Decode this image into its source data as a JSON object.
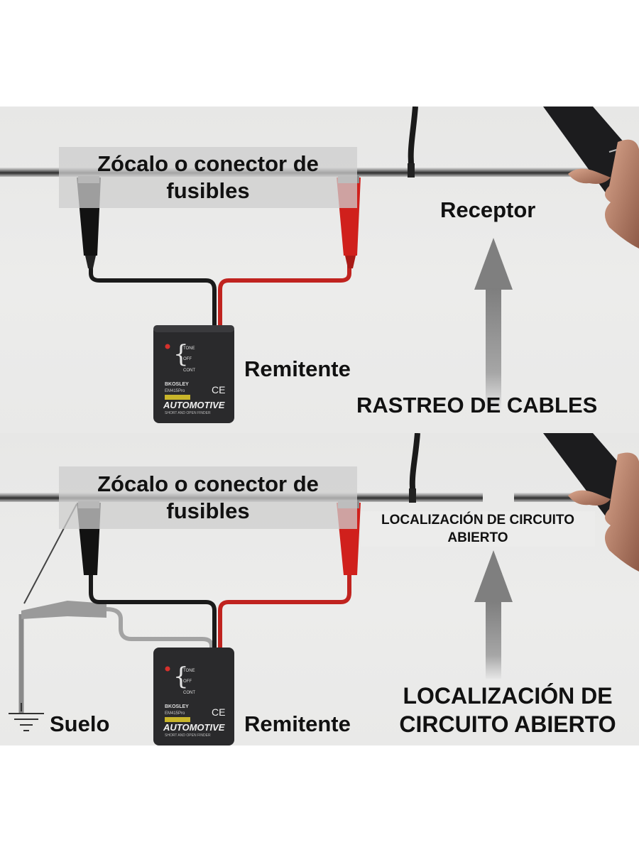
{
  "top_panel": {
    "socket_label_line1": "Zócalo o conector de",
    "socket_label_line2": "fusibles",
    "receiver_label": "Receptor",
    "sender_label": "Remitente",
    "title": "RASTREO DE CABLES"
  },
  "bottom_panel": {
    "socket_label_line1": "Zócalo o conector de",
    "socket_label_line2": "fusibles",
    "open_circuit_small_line1": "LOCALIZACIÓN DE CIRCUITO",
    "open_circuit_small_line2": "ABIERTO",
    "ground_label": "Suelo",
    "sender_label": "Remitente",
    "title_line1": "LOCALIZACIÓN DE",
    "title_line2": "CIRCUITO ABIERTO"
  },
  "device": {
    "brand": "BKOSLEY",
    "model": "EM415Pro",
    "product": "AUTOMOTIVE",
    "subtitle": "SHORT AND OPEN FINDER",
    "switch_tone": "TONE",
    "switch_off": "OFF",
    "switch_cont": "CONT",
    "mark": "CE"
  },
  "colors": {
    "background": "#e9e9e8",
    "arrow": "#8a8a8a",
    "red_wire": "#c0231f",
    "black_wire": "#1a1a1a",
    "device_body": "#2a2a2c",
    "highlight_box": "#cdcdcd"
  }
}
